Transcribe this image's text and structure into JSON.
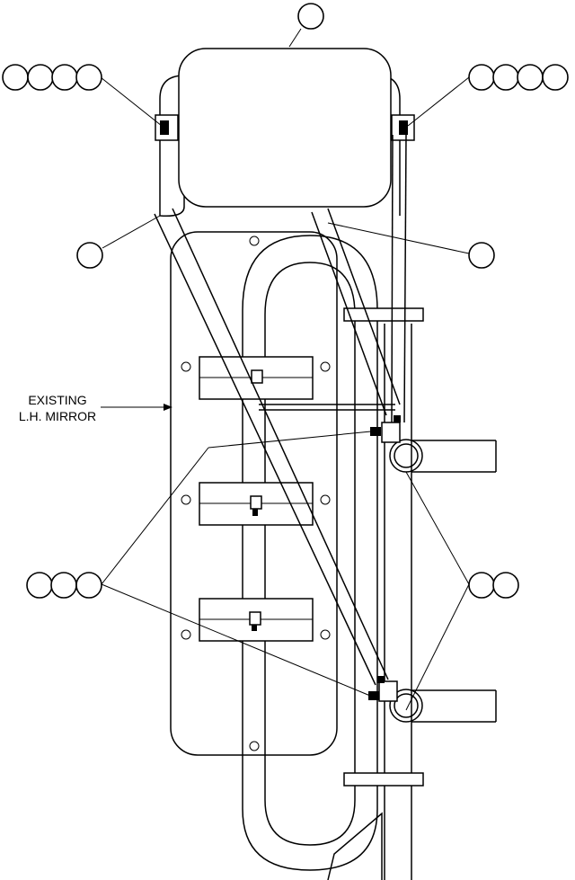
{
  "labels": {
    "existing_line1": "EXISTING",
    "existing_line2": "L.H. MIRROR"
  },
  "callouts": [
    {
      "name": "top-mirror-callout",
      "bubbles": 1
    },
    {
      "name": "upper-left-bracket-callout",
      "bubbles": 4
    },
    {
      "name": "upper-right-bracket-callout",
      "bubbles": 4
    },
    {
      "name": "left-arm-callout",
      "bubbles": 1
    },
    {
      "name": "right-arm-callout",
      "bubbles": 1
    },
    {
      "name": "lower-left-fastener-callout",
      "bubbles": 3
    },
    {
      "name": "lower-right-clamp-callout",
      "bubbles": 2
    }
  ]
}
